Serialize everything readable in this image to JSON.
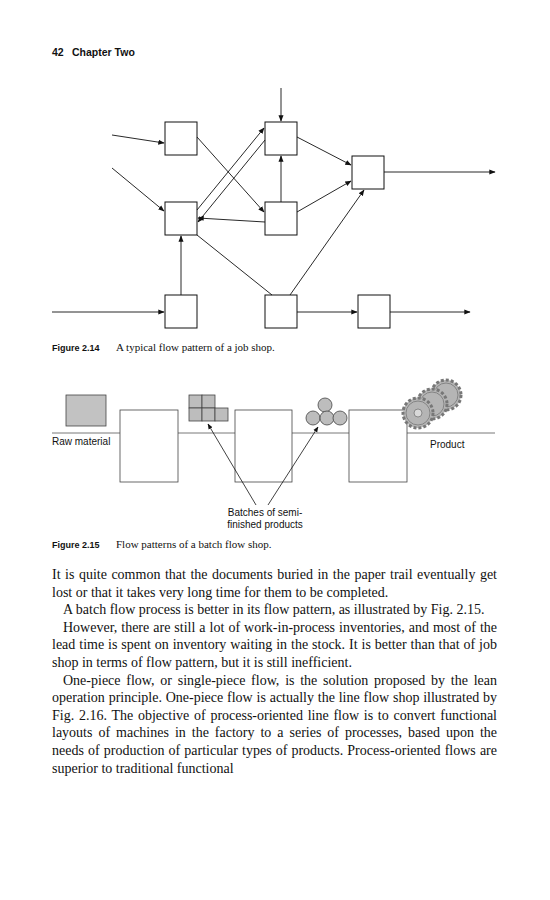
{
  "diagram": {
    "labels": [
      "42",
      "Chapter Two",
      "Figure 2.14",
      "A typical flow pattern of a job shop.",
      "Raw material",
      "Product",
      "Batches of semi-finished products",
      "Figure 2.15",
      "Flow patterns of a batch flow shop.",
      "It is quite common that the documents buried in the paper trail eventually get lost or that it takes very long time for them to be completed.",
      "A batch flow process is better in its flow pattern, as illustrated by Fig. 2.15.",
      "However, there are still a lot of work-in-process inventories, and most of the lead time is spent on inventory waiting in the stock. It is better than that of job shop in terms of flow pattern, but it is still inefficient.",
      "One-piece flow, or single-piece flow, is the solution proposed by the lean operation principle. One-piece flow is actually the line flow shop illustrated by Fig. 2.16. The objective of process-oriented line flow is to convert functional layouts of machines in the factory to a series of processes, based upon the needs of production of particular types of products. Process-oriented flows are superior to traditional functional"
    ]
  }
}
